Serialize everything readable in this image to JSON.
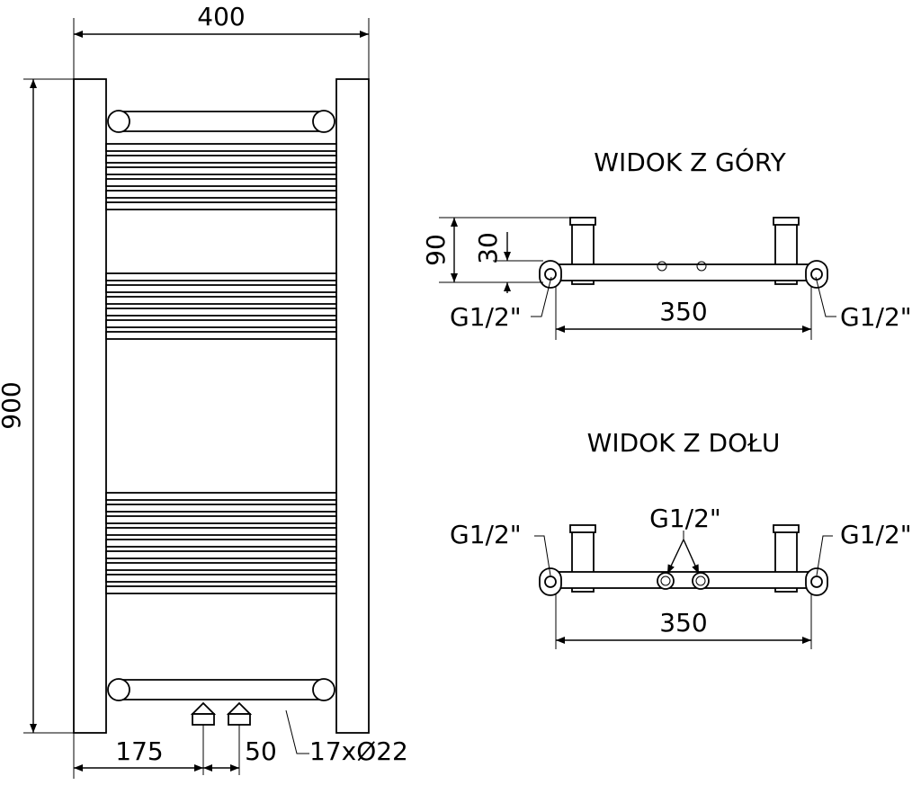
{
  "front": {
    "width_label": "400",
    "height_label": "900",
    "offset_label": "175",
    "spacing_label": "50",
    "tubes_label": "17xØ22",
    "tube_groups": [
      6,
      6,
      9
    ]
  },
  "top_view": {
    "title": "WIDOK Z GÓRY",
    "depth_label": "90",
    "offset_label": "30",
    "width_label": "350",
    "thread_left": "G1/2\"",
    "thread_right": "G1/2\""
  },
  "bottom_view": {
    "title": "WIDOK Z DOŁU",
    "width_label": "350",
    "thread_left": "G1/2\"",
    "thread_center": "G1/2\"",
    "thread_right": "G1/2\""
  }
}
